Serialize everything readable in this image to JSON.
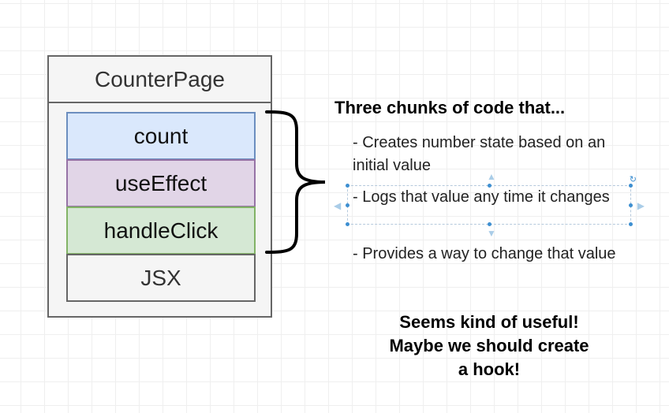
{
  "component": {
    "title": "CounterPage",
    "blocks": [
      {
        "label": "count",
        "fill": "#dae8fc",
        "stroke": "#6c8ebf"
      },
      {
        "label": "useEffect",
        "fill": "#e1d5e7",
        "stroke": "#9673a6"
      },
      {
        "label": "handleClick",
        "fill": "#d5e8d4",
        "stroke": "#82b366"
      },
      {
        "label": "JSX",
        "fill": "#f5f5f5",
        "stroke": "#666666"
      }
    ]
  },
  "notes": {
    "heading": "Three chunks of code that...",
    "points": [
      "- Creates number state based on an initial value",
      "- Logs that value any time it changes",
      "- Provides a way to change that value"
    ]
  },
  "conclusion": {
    "lines": [
      "Seems kind of useful!",
      "Maybe we should create",
      "a hook!"
    ]
  }
}
